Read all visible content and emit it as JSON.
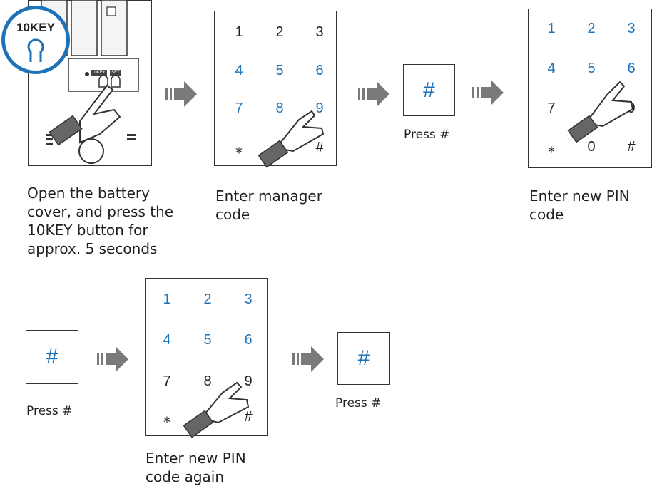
{
  "step1": {
    "badge": "10KEY",
    "caption": "Open the battery\ncover, and press the\n10KEY button for\napprox. 5 seconds",
    "tiny_labels": [
      "10KEY",
      "SET"
    ]
  },
  "step2": {
    "keys": [
      "1",
      "2",
      "3",
      "4",
      "5",
      "6",
      "7",
      "8",
      "9",
      "⁎",
      "#"
    ],
    "caption": "Enter manager\ncode"
  },
  "step3": {
    "hash": "#",
    "caption": "Press #"
  },
  "step4": {
    "keys": [
      "1",
      "2",
      "3",
      "4",
      "5",
      "6",
      "7",
      "9",
      "⁎",
      "0",
      "#"
    ],
    "caption": "Enter new PIN\ncode"
  },
  "step5": {
    "hash": "#",
    "caption": "Press #"
  },
  "step6": {
    "keys": [
      "1",
      "2",
      "3",
      "4",
      "5",
      "6",
      "7",
      "8",
      "9",
      "⁎",
      "#"
    ],
    "caption": "Enter new PIN\ncode again"
  },
  "step7": {
    "hash": "#",
    "caption": "Press #"
  },
  "colors": {
    "key_blue": "#1d72b8",
    "key_black": "#222222",
    "arrow": "#7a7a7a"
  }
}
